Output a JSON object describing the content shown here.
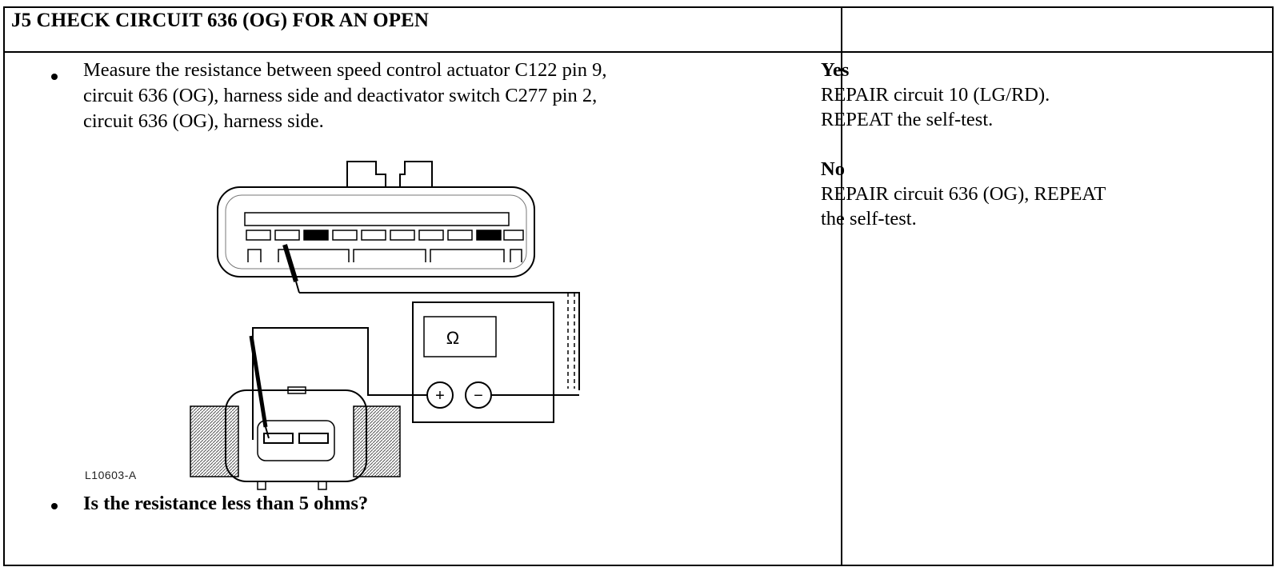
{
  "header": {
    "title": "J5 CHECK CIRCUIT 636 (OG) FOR AN OPEN"
  },
  "instruction": {
    "lines": [
      "Measure the resistance between speed control actuator C122 pin 9,",
      "circuit 636 (OG), harness side and deactivator switch C277 pin 2,",
      "circuit 636 (OG), harness side."
    ]
  },
  "figure": {
    "label": "L10603-A",
    "meter_symbol": "Ω",
    "plus_symbol": "+",
    "minus_symbol": "−"
  },
  "question": "Is the resistance less than 5 ohms?",
  "results": {
    "yes": {
      "heading": "Yes",
      "lines": [
        "REPAIR circuit 10 (LG/RD).",
        "REPEAT the self-test."
      ]
    },
    "no": {
      "heading": "No",
      "lines": [
        "REPAIR circuit 636 (OG), REPEAT",
        "the self-test."
      ]
    }
  }
}
